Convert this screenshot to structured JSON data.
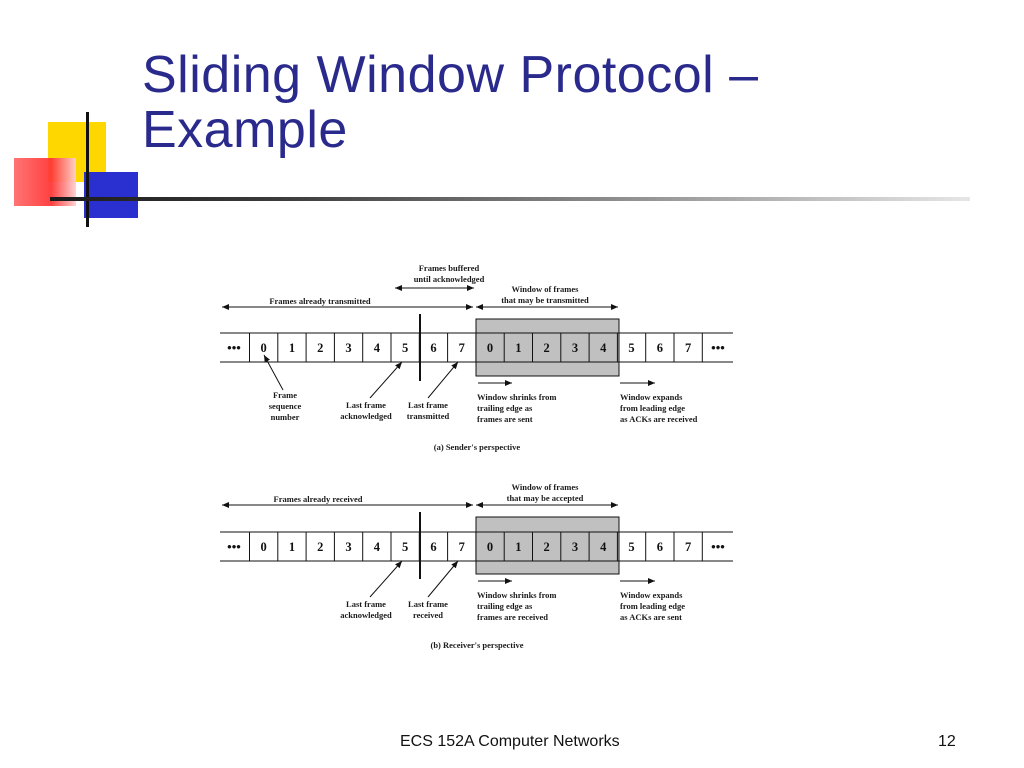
{
  "slide": {
    "title_line1": "Sliding Window Protocol –",
    "title_line2": "Example",
    "footer_text": "ECS 152A  Computer Networks",
    "page_number": "12"
  },
  "sender": {
    "frames_buffered": [
      "Frames buffered",
      "until acknowledged"
    ],
    "window_label": [
      "Window of frames",
      "that may be transmitted"
    ],
    "already_label": "Frames already transmitted",
    "frame_seq": [
      "Frame",
      "sequence",
      "number"
    ],
    "last_ack": [
      "Last frame",
      "acknowledged"
    ],
    "last_other": [
      "Last frame",
      "transmitted"
    ],
    "shrinks": [
      "Window shrinks from",
      "trailing edge as",
      "frames are sent"
    ],
    "expands": [
      "Window expands",
      "from leading edge",
      "as ACKs are received"
    ],
    "caption": "(a) Sender's perspective",
    "cells": [
      "0",
      "1",
      "2",
      "3",
      "4",
      "5",
      "6",
      "7",
      "0",
      "1",
      "2",
      "3",
      "4",
      "5",
      "6",
      "7"
    ],
    "dots": "•••"
  },
  "receiver": {
    "window_label": [
      "Window of frames",
      "that may be accepted"
    ],
    "already_label": "Frames already received",
    "last_ack": [
      "Last frame",
      "acknowledged"
    ],
    "last_other": [
      "Last frame",
      "received"
    ],
    "shrinks": [
      "Window shrinks from",
      "trailing edge as",
      "frames are received"
    ],
    "expands": [
      "Window expands",
      "from leading edge",
      "as ACKs are sent"
    ],
    "caption": "(b) Receiver's perspective",
    "cells": [
      "0",
      "1",
      "2",
      "3",
      "4",
      "5",
      "6",
      "7",
      "0",
      "1",
      "2",
      "3",
      "4",
      "5",
      "6",
      "7"
    ],
    "dots": "•••"
  },
  "colors": {
    "title": "#2a2a8c",
    "window_fill": "#c0c0c0"
  }
}
